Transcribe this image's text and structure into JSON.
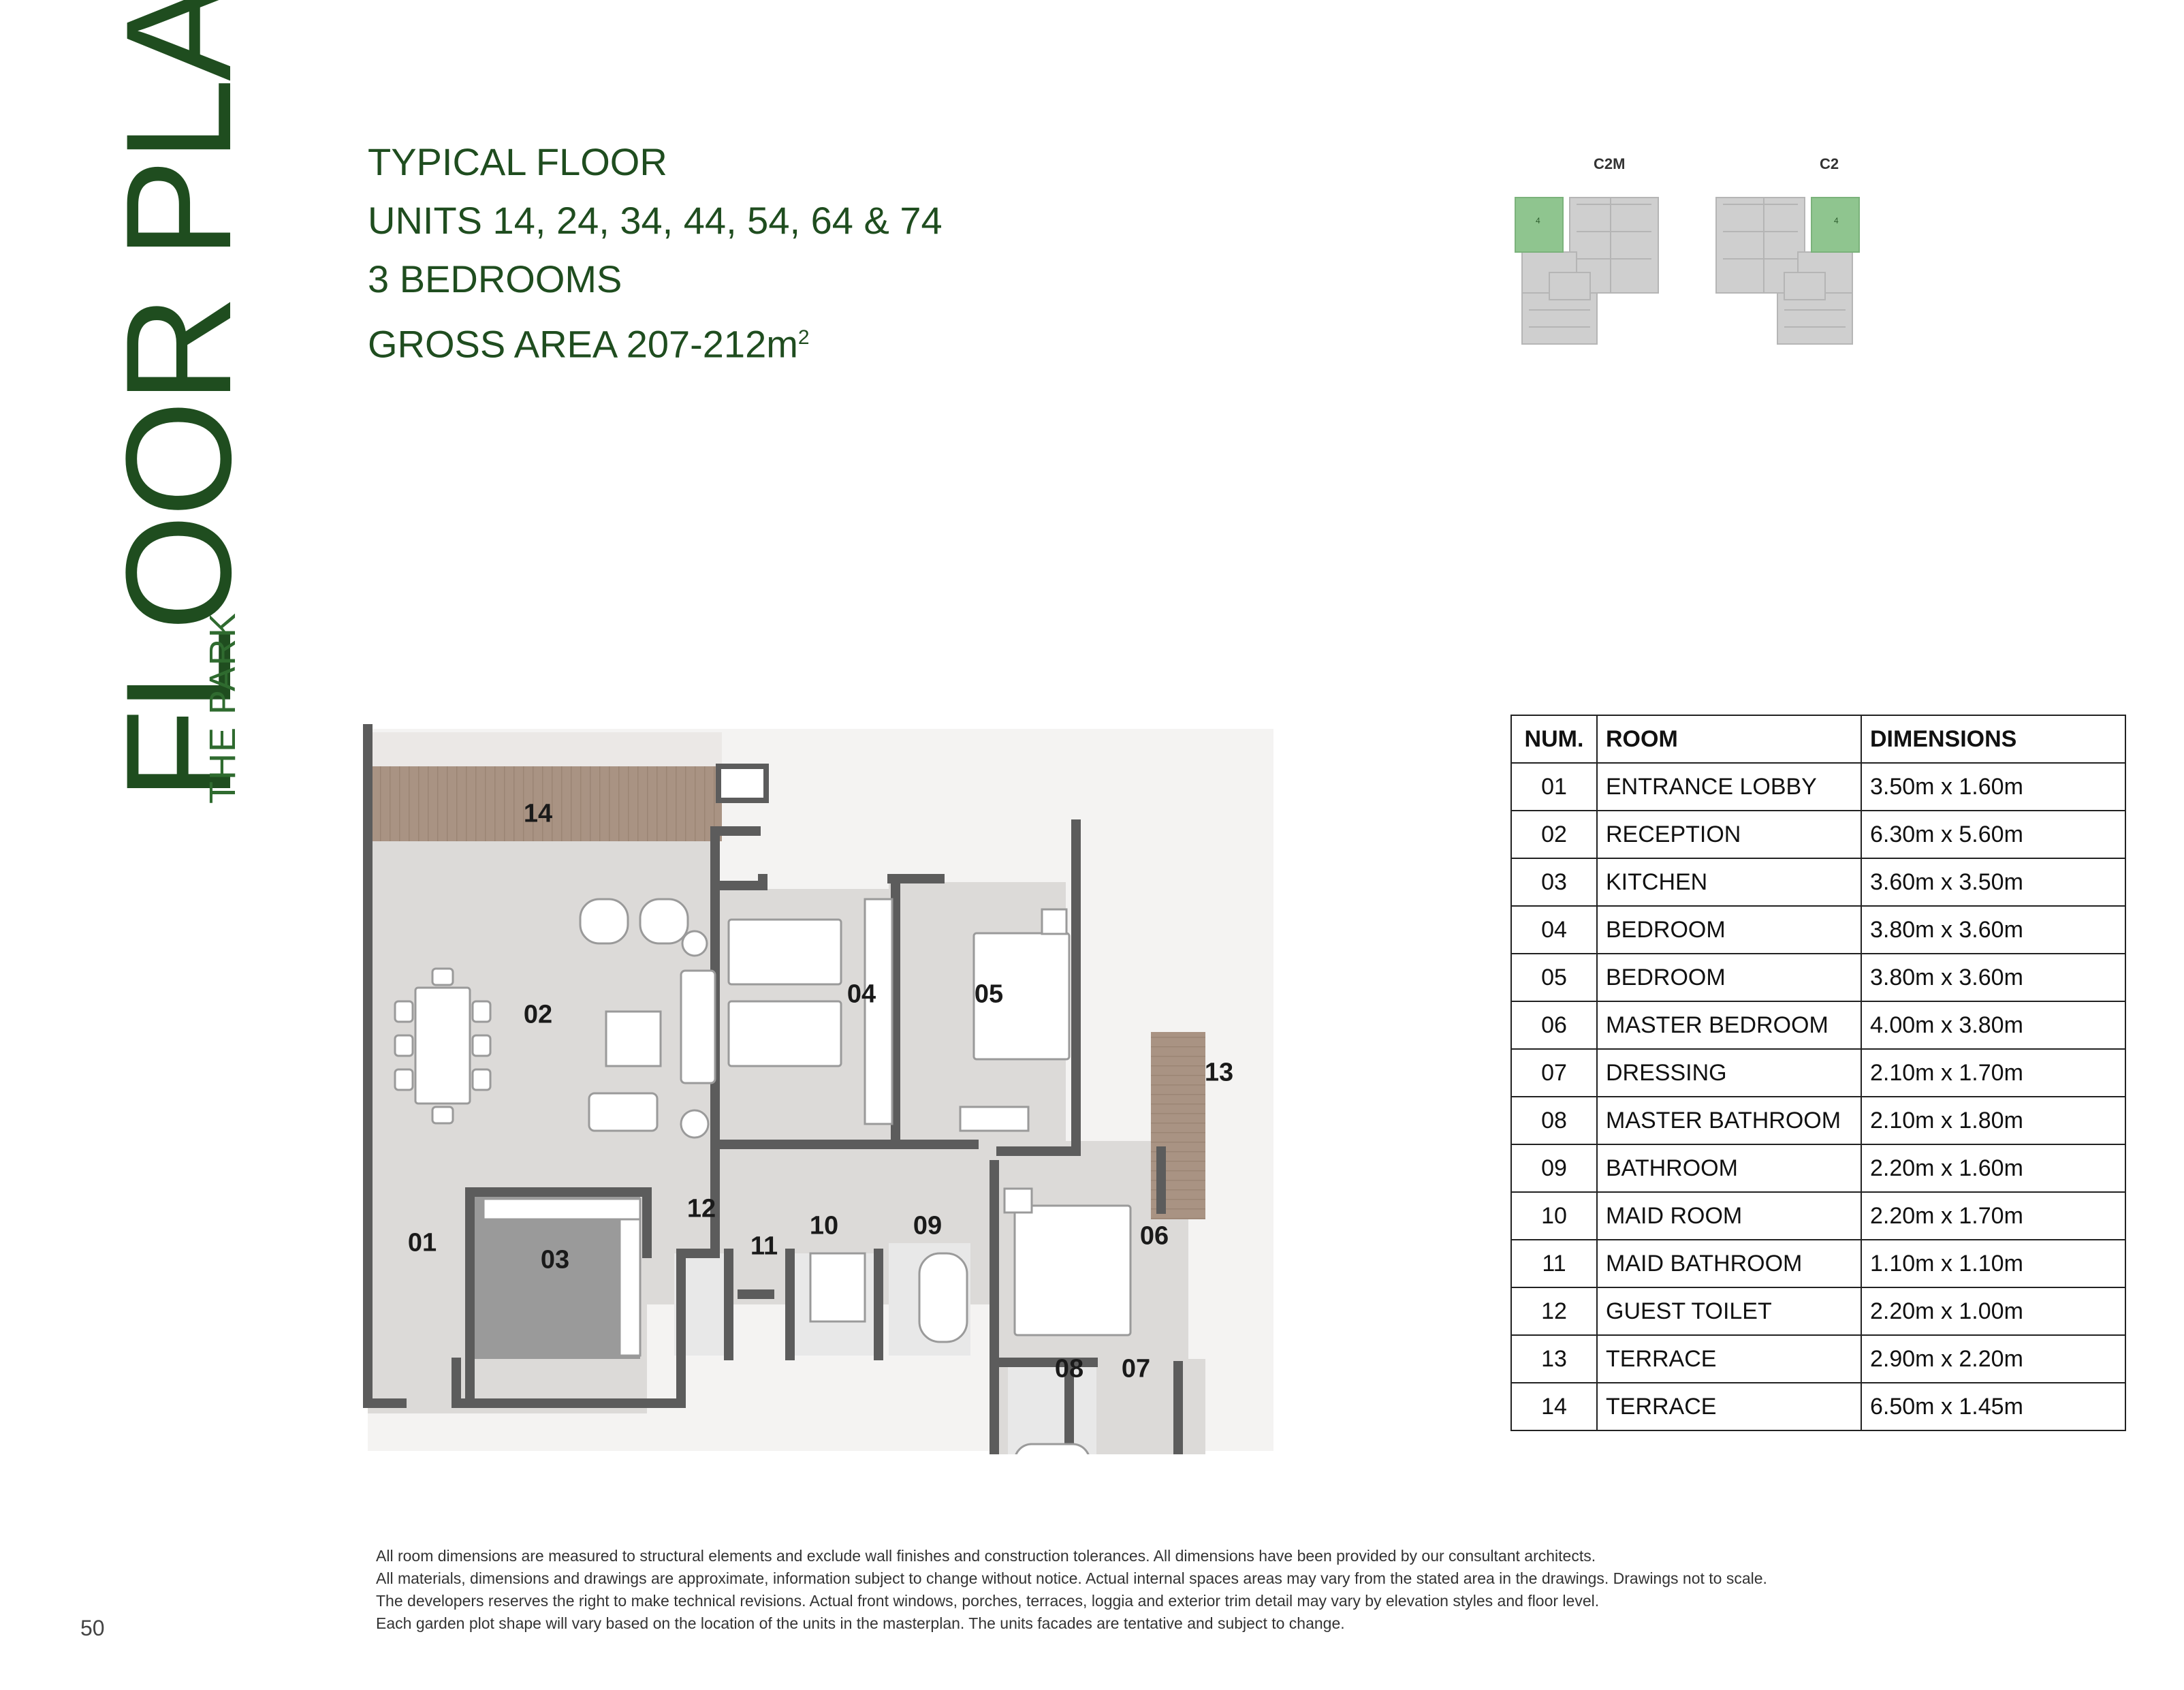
{
  "side": {
    "title": "FLOOR PLANS",
    "subtitle": "THE PARK"
  },
  "header": {
    "line1": "TYPICAL FLOOR",
    "line2": "UNITS 14, 24, 34, 44, 54, 64 & 74",
    "line3": "3 BEDROOMS",
    "line4_prefix": "GROSS AREA 207-212m",
    "line4_sup": "2"
  },
  "keyplans": {
    "left_label": "C2M",
    "right_label": "C2",
    "highlight_label": "4",
    "colors": {
      "highlight": "#8fc58f",
      "plan": "#cfcfcf"
    }
  },
  "plan": {
    "room_labels": [
      "14",
      "02",
      "04",
      "05",
      "13",
      "12",
      "10",
      "09",
      "01",
      "03",
      "11",
      "06",
      "08",
      "07"
    ],
    "colors": {
      "floor": "#dcdad8",
      "terrace": "#a99383",
      "wall": "#5c5c5c",
      "kitchen": "#9a9a9a"
    }
  },
  "table": {
    "headers": [
      "NUM.",
      "ROOM",
      "DIMENSIONS"
    ],
    "rows": [
      [
        "01",
        "ENTRANCE LOBBY",
        "3.50m x 1.60m"
      ],
      [
        "02",
        "RECEPTION",
        "6.30m x 5.60m"
      ],
      [
        "03",
        "KITCHEN",
        "3.60m x 3.50m"
      ],
      [
        "04",
        "BEDROOM",
        "3.80m x 3.60m"
      ],
      [
        "05",
        "BEDROOM",
        "3.80m x 3.60m"
      ],
      [
        "06",
        "MASTER BEDROOM",
        "4.00m x 3.80m"
      ],
      [
        "07",
        "DRESSING",
        "2.10m x 1.70m"
      ],
      [
        "08",
        "MASTER BATHROOM",
        "2.10m x 1.80m"
      ],
      [
        "09",
        "BATHROOM",
        "2.20m x 1.60m"
      ],
      [
        "10",
        "MAID ROOM",
        "2.20m x 1.70m"
      ],
      [
        "11",
        "MAID BATHROOM",
        "1.10m x 1.10m"
      ],
      [
        "12",
        "GUEST TOILET",
        "2.20m x 1.00m"
      ],
      [
        "13",
        "TERRACE",
        "2.90m x 2.20m"
      ],
      [
        "14",
        "TERRACE",
        "6.50m x 1.45m"
      ]
    ]
  },
  "disclaimer": [
    "All room dimensions are measured to structural elements and exclude wall finishes and construction tolerances. All dimensions have been provided by our consultant architects.",
    "All materials, dimensions and drawings are approximate, information subject to change without notice. Actual internal spaces areas may vary from the stated area in the drawings. Drawings not to scale.",
    "The developers reserves the right to make technical revisions. Actual front windows, porches, terraces, loggia and exterior trim detail may vary by elevation styles and floor level.",
    "Each garden plot shape will vary based on the location of the units in the masterplan. The units facades are tentative and subject to change."
  ],
  "page_number": "50"
}
